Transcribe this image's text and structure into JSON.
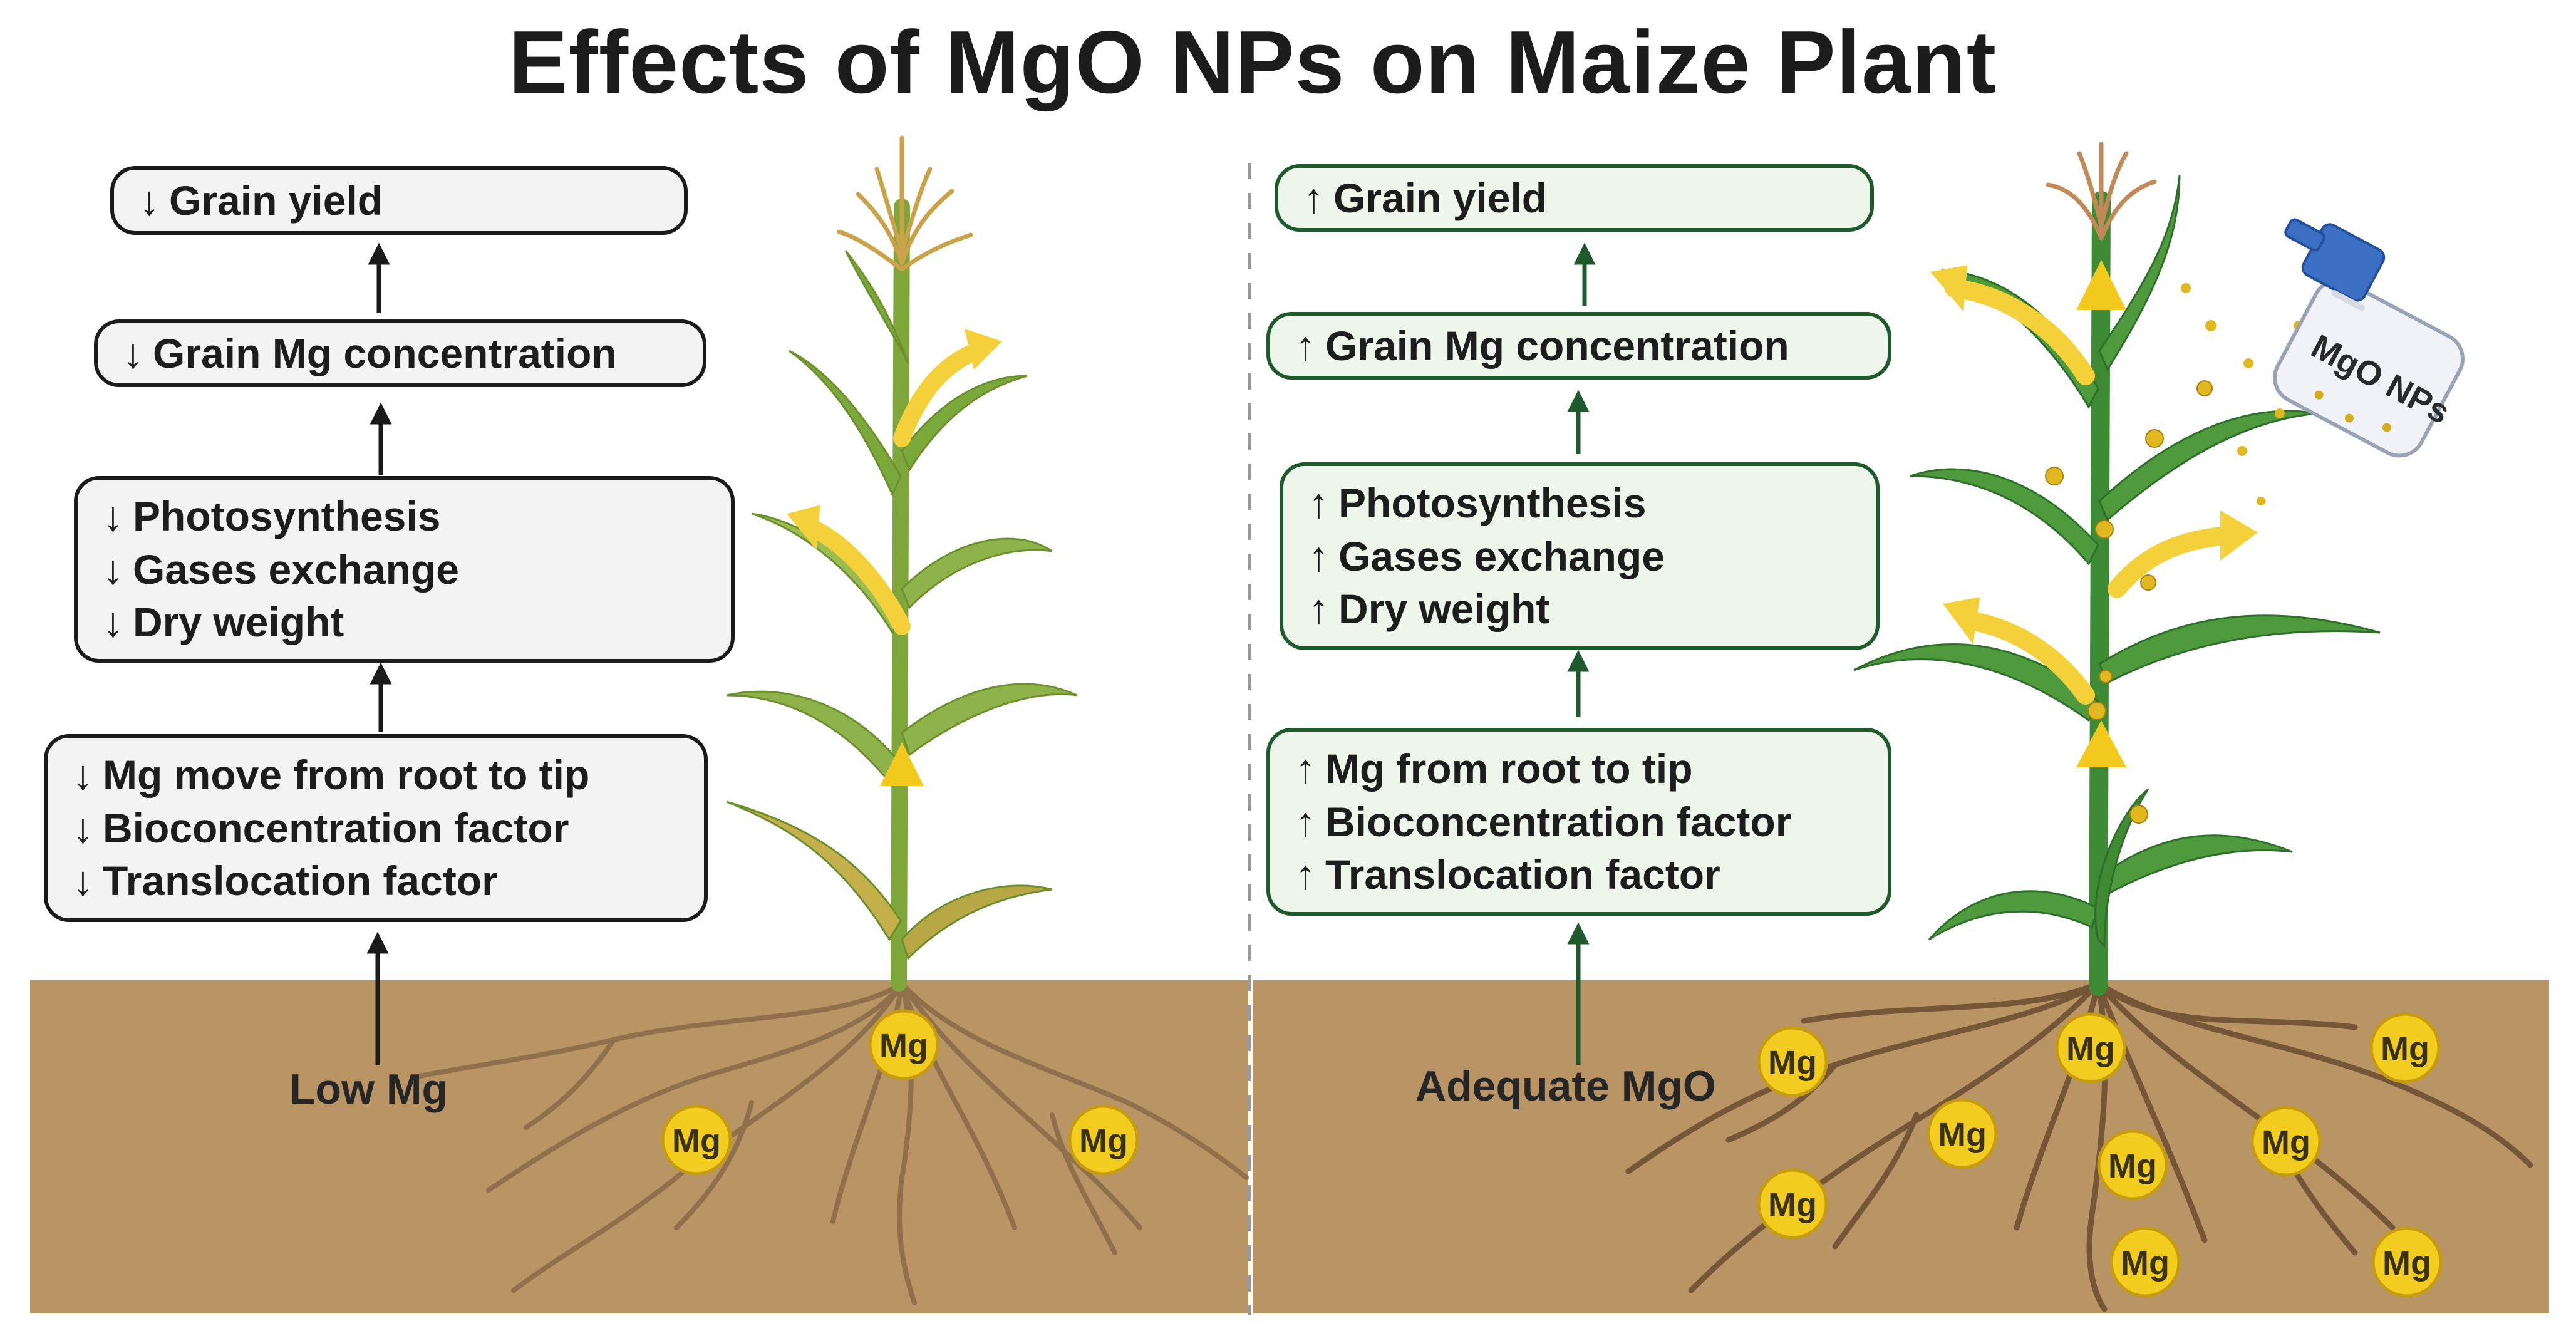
{
  "title": "Effects of MgO NPs on Maize Plant",
  "colors": {
    "soil": "#b99465",
    "left_border": "#1a1a1a",
    "right_border": "#1f5a2c",
    "arrow_yellow": "#f2c91c",
    "mg_circle": "#f2cc1f",
    "leaf_green": "#5e9a2e"
  },
  "left": {
    "label": "Low Mg",
    "boxes": [
      {
        "lines": [
          {
            "symbol": "↓",
            "text": "Grain yield"
          }
        ]
      },
      {
        "lines": [
          {
            "symbol": "↓",
            "text": "Grain Mg concentration"
          }
        ]
      },
      {
        "lines": [
          {
            "symbol": "↓",
            "text": "Photosynthesis"
          },
          {
            "symbol": "↓",
            "text": "Gases exchange"
          },
          {
            "symbol": "↓",
            "text": "Dry weight"
          }
        ]
      },
      {
        "lines": [
          {
            "symbol": "↓",
            "text": "Mg move from root to tip"
          },
          {
            "symbol": "↓",
            "text": "Bioconcentration factor"
          },
          {
            "symbol": "↓",
            "text": "Translocation factor"
          }
        ]
      }
    ],
    "mg_labels": [
      "Mg",
      "Mg",
      "Mg"
    ]
  },
  "right": {
    "label": "Adequate MgO",
    "boxes": [
      {
        "lines": [
          {
            "symbol": "↑",
            "text": "Grain yield"
          }
        ]
      },
      {
        "lines": [
          {
            "symbol": "↑",
            "text": "Grain Mg concentration"
          }
        ]
      },
      {
        "lines": [
          {
            "symbol": "↑",
            "text": "Photosynthesis"
          },
          {
            "symbol": "↑",
            "text": "Gases exchange"
          },
          {
            "symbol": "↑",
            "text": "Dry weight"
          }
        ]
      },
      {
        "lines": [
          {
            "symbol": "↑",
            "text": "Mg from root to tip"
          },
          {
            "symbol": "↑",
            "text": "Bioconcentration factor"
          },
          {
            "symbol": "↑",
            "text": "Translocation factor"
          }
        ]
      }
    ],
    "mg_labels": [
      "Mg",
      "Mg",
      "Mg",
      "Mg",
      "Mg",
      "Mg",
      "Mg",
      "Mg",
      "Mg"
    ],
    "spray_bottle_label": "MgO NPs"
  }
}
